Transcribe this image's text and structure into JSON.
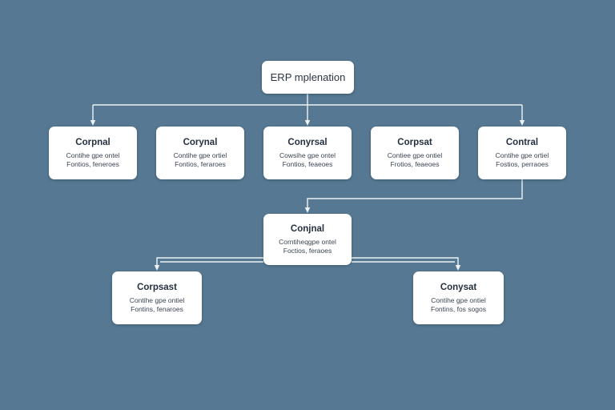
{
  "root": {
    "label": "ERP mplenation"
  },
  "nodes": [
    {
      "title": "Corpnal",
      "line1": "Contihe gpe ontel",
      "line2": "Fontios, feneroes"
    },
    {
      "title": "Corynal",
      "line1": "Contihe gpe ortiel",
      "line2": "Fontios, feraroes"
    },
    {
      "title": "Conyrsal",
      "line1": "Cowsihe gpe ontel",
      "line2": "Fontios, feaeoes"
    },
    {
      "title": "Corpsat",
      "line1": "Contiee gpe ontiel",
      "line2": "Frotios, feaeoes"
    },
    {
      "title": "Contral",
      "line1": "Contihe gpe ortiel",
      "line2": "Fostios, perraoes"
    },
    {
      "title": "Conjnal",
      "line1": "Corntiheqgpe ontel",
      "line2": "Foctios, feraoes"
    },
    {
      "title": "Corpsast",
      "line1": "Contihe gpe ontiel",
      "line2": "Fontins, fenaroes"
    },
    {
      "title": "Conysat",
      "line1": "Contihe gpe ontiel",
      "line2": "Fontins, fos sogos"
    }
  ],
  "colors": {
    "background": "#567892",
    "node_fill": "#ffffff",
    "connector": "#eef2f5",
    "text": "#1f2a36"
  }
}
